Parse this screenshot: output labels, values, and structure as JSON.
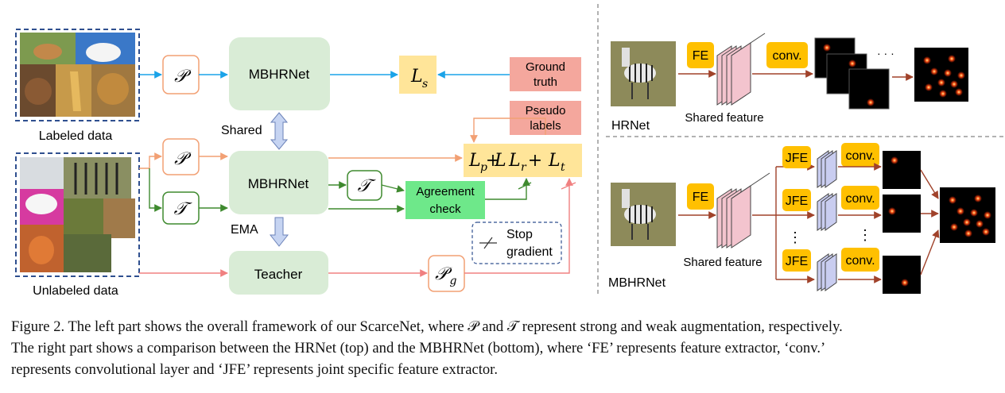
{
  "left": {
    "labeled_caption": "Labeled data",
    "unlabeled_caption": "Unlabeled data",
    "aug_strong": "𝒫",
    "aug_weak": "𝒯",
    "aug_pseudo_main": "𝒫",
    "aug_pseudo_sub": "g",
    "mbhrnet_top": "MBHRNet",
    "mbhrnet_mid": "MBHRNet",
    "teacher": "Teacher",
    "shared": "Shared",
    "ema": "EMA",
    "loss_s": "L",
    "loss_s_sub": "s",
    "loss_combined": [
      "L",
      "p",
      " + ",
      "L",
      "r",
      " + ",
      "L",
      "t"
    ],
    "ground_truth": [
      "Ground",
      "truth"
    ],
    "pseudo_labels": [
      "Pseudo",
      "labels"
    ],
    "agreement_check": [
      "Agreement",
      "check"
    ],
    "stop_gradient": [
      "Stop",
      "gradient"
    ],
    "stop_symbol": "⊁"
  },
  "right": {
    "hrnet_label": "HRNet",
    "mbhrnet_label": "MBHRNet",
    "shared_feature_top": "Shared feature",
    "shared_feature_bottom": "Shared feature",
    "fe_top": "FE",
    "fe_bottom": "FE",
    "conv_top": "conv.",
    "jfe": [
      "JFE",
      "JFE",
      "JFE"
    ],
    "conv": [
      "conv.",
      "conv.",
      "conv."
    ],
    "dots": "⋮",
    "hdots": "·  ·  ·"
  },
  "caption": {
    "line1": "Figure 2. The left part shows the overall framework of our ScarceNet, where 𝒫 and 𝒯 represent strong and weak augmentation, respectively.",
    "line2": "The right part shows a comparison between the HRNet (top) and the MBHRNet (bottom), where ‘FE’ represents feature extractor, ‘conv.’",
    "line3": "represents convolutional layer and ‘JFE’ represents joint specific feature extractor."
  },
  "colors": {
    "green_box": "#d9ecd6",
    "yellow_box": "#ffe599",
    "salmon_box": "#f4a79d",
    "bright_green": "#6ee88a",
    "orange_box": "#ffc000",
    "blue_arrow": "#1aa3e8",
    "orange_arrow": "#f2a074",
    "green_arrow": "#3f8a2f",
    "pink_arrow": "#f08080",
    "dark_red_arrow": "#a0422a",
    "dashed_border": "#2f4f8f"
  }
}
